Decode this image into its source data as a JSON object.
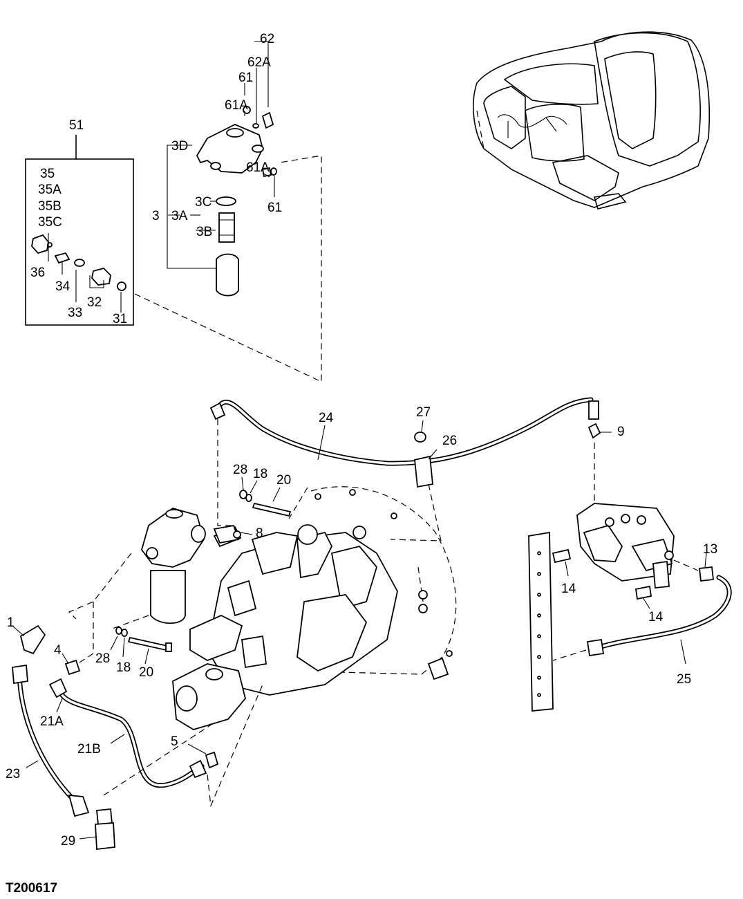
{
  "figure_id": "T200617",
  "callouts": {
    "c62": "62",
    "c62A": "62A",
    "c61_top": "61",
    "c61A_top": "61A",
    "c51": "51",
    "c3D": "3D",
    "c35": "35",
    "c35A": "35A",
    "c35B": "35B",
    "c35C": "35C",
    "c61A_r": "61A",
    "c61_r": "61",
    "c3C": "3C",
    "c3": "3",
    "c3A": "3A",
    "c3B": "3B",
    "c36": "36",
    "c34": "34",
    "c33": "33",
    "c32": "32",
    "c31": "31",
    "c24": "24",
    "c27": "27",
    "c26": "26",
    "c9": "9",
    "c28_top": "28",
    "c18_top": "18",
    "c20_top": "20",
    "c8": "8",
    "c13": "13",
    "c14_a": "14",
    "c14_b": "14",
    "c1": "1",
    "c4": "4",
    "c28_bot": "28",
    "c18_bot": "18",
    "c20_bot": "20",
    "c25": "25",
    "c21A": "21A",
    "c21B": "21B",
    "c5": "5",
    "c23": "23",
    "c29": "29"
  }
}
